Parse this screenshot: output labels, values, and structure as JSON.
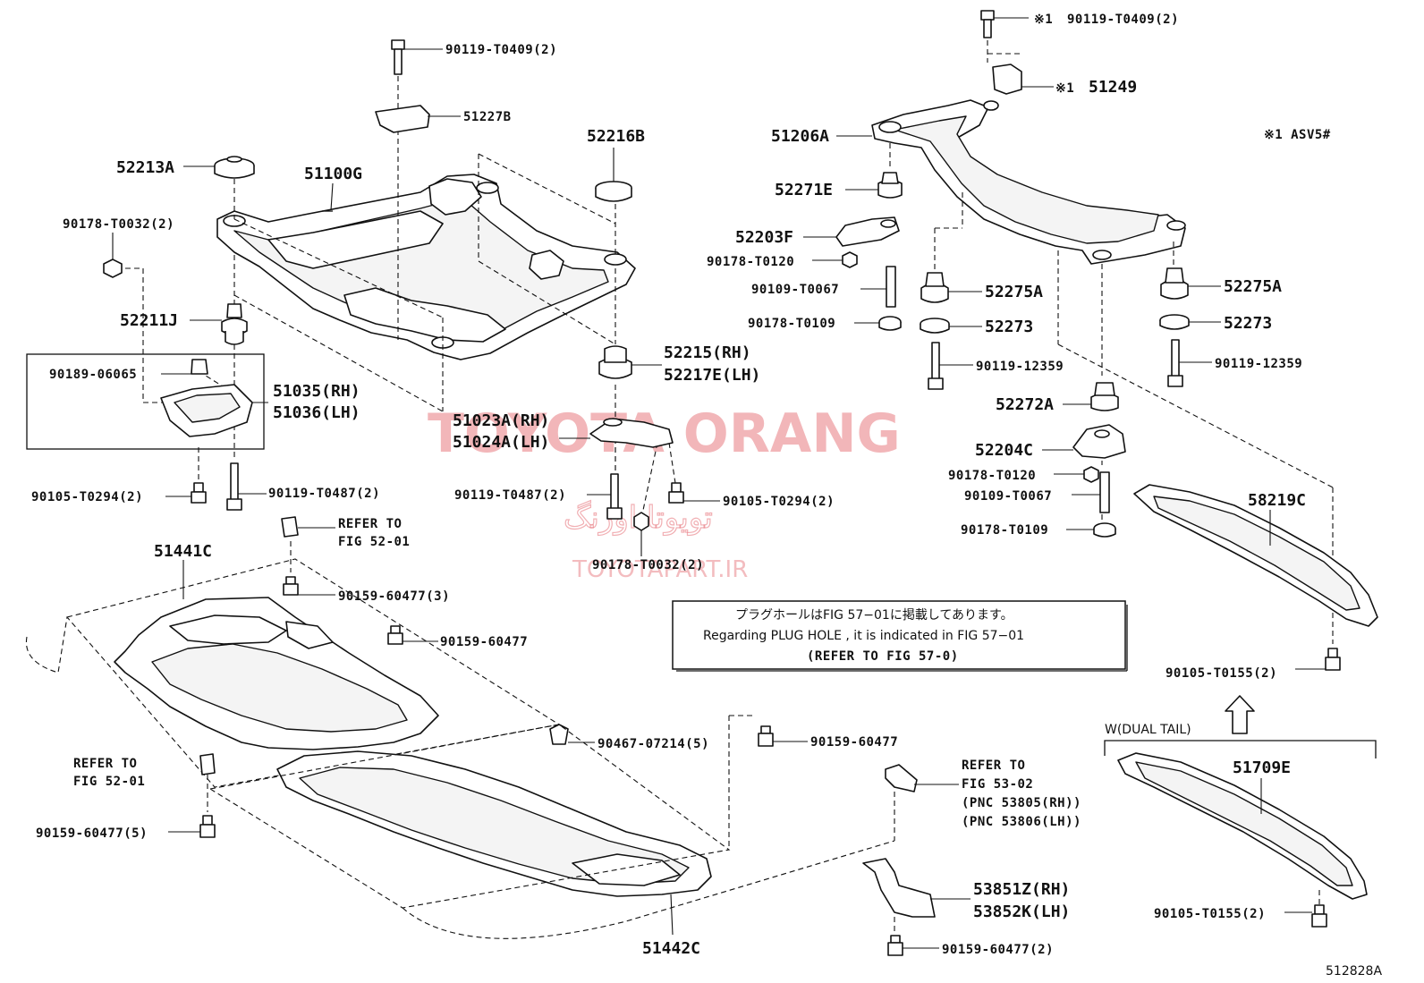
{
  "watermark": {
    "brand": "TOYOTA ORANG",
    "brand_fa": "تویوتا اورنگ",
    "site": "TOYOTAPART.IR",
    "color": "#e87a80"
  },
  "figure_code": "512828A",
  "note": {
    "line_jp": "プラグホールはFIG 57−01に掲載してあります。",
    "line_en": "Regarding  PLUG  HOLE , it is indicated in FIG  57−01",
    "line_ref": "(REFER TO FIG 57-0)"
  },
  "footnote": "※1 ASV5#",
  "labels": {
    "p90119_T0409_2_left": "90119-T0409(2)",
    "p51227B": "51227B",
    "p52216B": "52216B",
    "p52213A": "52213A",
    "p51100G": "51100G",
    "p90178_T0032_2_left": "90178-T0032(2)",
    "p52211J": "52211J",
    "p90189_06065": "90189-06065",
    "p51035": "51035(RH)",
    "p51036": "51036(LH)",
    "p52215": "52215(RH)",
    "p52217E": "52217E(LH)",
    "p51023A": "51023A(RH)",
    "p51024A": "51024A(LH)",
    "p90105_T0294_2_left": "90105-T0294(2)",
    "p90119_T0487_2_left": "90119-T0487(2)",
    "p90119_T0487_2_mid": "90119-T0487(2)",
    "p90105_T0294_2_mid": "90105-T0294(2)",
    "p90178_T0032_2_mid": "90178-T0032(2)",
    "refer_52_01_top_a": "REFER TO",
    "refer_52_01_top_b": "FIG 52-01",
    "p51441C": "51441C",
    "p90159_60477_3": "90159-60477(3)",
    "p90159_60477_a": "90159-60477",
    "refer_52_01_left_a": "REFER TO",
    "refer_52_01_left_b": "FIG 52-01",
    "p90159_60477_5": "90159-60477(5)",
    "p90467_07214_5": "90467-07214(5)",
    "p90159_60477_b": "90159-60477",
    "p51442C": "51442C",
    "refer_53_02_a": "REFER TO",
    "refer_53_02_b": "FIG 53-02",
    "refer_53_02_c": "(PNC 53805(RH))",
    "refer_53_02_d": "(PNC 53806(LH))",
    "p53851Z": "53851Z(RH)",
    "p53852K": "53852K(LH)",
    "p90159_60477_2": "90159-60477(2)",
    "p90119_T0409_2_right": "90119-T0409(2)",
    "mark1_a": "※1",
    "mark1_b": "※1",
    "p51249": "51249",
    "p51206A": "51206A",
    "p52271E": "52271E",
    "p52203F": "52203F",
    "p90178_T0120_a": "90178-T0120",
    "p90109_T0067_a": "90109-T0067",
    "p90178_T0109_a": "90178-T0109",
    "p52275A_mid": "52275A",
    "p52273_mid": "52273",
    "p90119_12359_mid": "90119-12359",
    "p52275A_right": "52275A",
    "p52273_right": "52273",
    "p90119_12359_right": "90119-12359",
    "p52272A": "52272A",
    "p52204C": "52204C",
    "p90178_T0120_b": "90178-T0120",
    "p90109_T0067_b": "90109-T0067",
    "p90178_T0109_b": "90178-T0109",
    "p58219C": "58219C",
    "p90105_T0155_2_top": "90105-T0155(2)",
    "dual_tail": "W(DUAL TAIL)",
    "p51709E": "51709E",
    "p90105_T0155_2_bottom": "90105-T0155(2)"
  }
}
